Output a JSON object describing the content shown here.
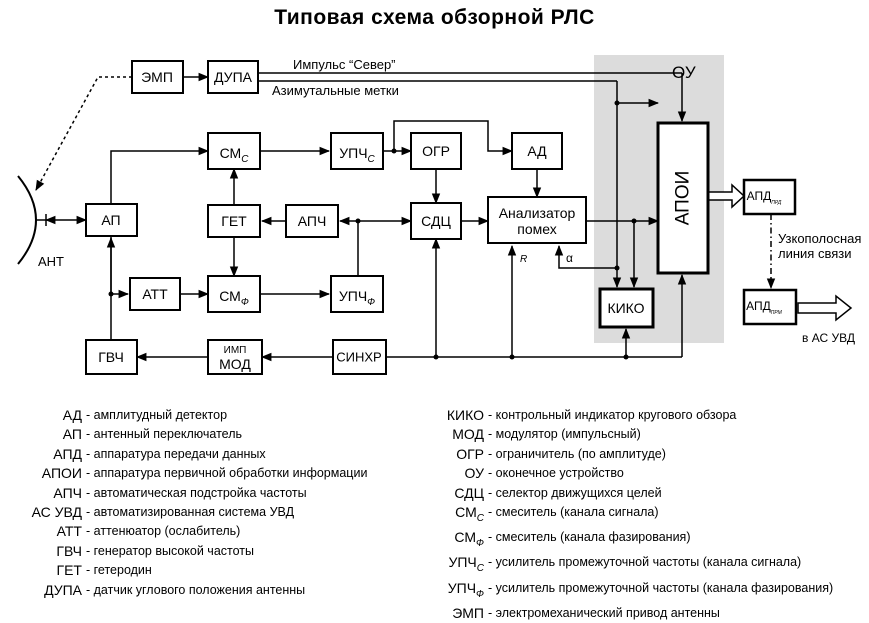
{
  "title": "Типовая схема обзорной РЛС",
  "blocks": {
    "emp": "ЭМП",
    "dupa": "ДУПА",
    "ant": "АНТ",
    "ap": "АП",
    "sm_c": "СМ",
    "sm_c_sub": "C",
    "get": "ГЕТ",
    "apch": "АПЧ",
    "att": "АТТ",
    "sm_f": "СМ",
    "sm_f_sub": "Ф",
    "upch_c": "УПЧ",
    "upch_c_sub": "C",
    "upch_f": "УПЧ",
    "upch_f_sub": "Ф",
    "ogr": "ОГР",
    "ad": "АД",
    "sdc": "СДЦ",
    "analyzer_1": "Анализатор",
    "analyzer_2": "помех",
    "ou": "ОУ",
    "apoi": "АПОИ",
    "kiko": "КИКО",
    "gvch": "ГВЧ",
    "imp_mod_1": "ИМП",
    "imp_mod_2": "МОД",
    "sinhr": "СИНХР",
    "apd": "АПД",
    "apd_prd_sub": "ПРД",
    "apd_prm_sub": "ПРМ"
  },
  "labels": {
    "impulse_north": "Импульс “Север”",
    "azimuth_marks": "Азимутальные метки",
    "narrowband_1": "Узкополосная",
    "narrowband_2": "линия связи",
    "to_as_uvd": "в  АС  УВД",
    "r": "R",
    "alpha": "α"
  },
  "legend_left": [
    {
      "abbr": "АД",
      "sub": "",
      "text": "амплитудный детектор"
    },
    {
      "abbr": "АП",
      "sub": "",
      "text": "антенный переключатель"
    },
    {
      "abbr": "АПД",
      "sub": "",
      "text": "аппаратура передачи данных"
    },
    {
      "abbr": "АПОИ",
      "sub": "",
      "text": "аппаратура первичной обработки информации"
    },
    {
      "abbr": "АПЧ",
      "sub": "",
      "text": "автоматическая подстройка частоты"
    },
    {
      "abbr": "АС УВД",
      "sub": "",
      "text": "автоматизированная система УВД"
    },
    {
      "abbr": "АТТ",
      "sub": "",
      "text": "аттенюатор (ослабитель)"
    },
    {
      "abbr": "ГВЧ",
      "sub": "",
      "text": "генератор высокой частоты"
    },
    {
      "abbr": "ГЕТ",
      "sub": "",
      "text": "гетеродин"
    },
    {
      "abbr": "ДУПА",
      "sub": "",
      "text": "датчик углового положения антенны"
    }
  ],
  "legend_right": [
    {
      "abbr": "КИКО",
      "sub": "",
      "text": "контрольный индикатор кругового обзора"
    },
    {
      "abbr": "МОД",
      "sub": "",
      "text": "модулятор (импульсный)"
    },
    {
      "abbr": "ОГР",
      "sub": "",
      "text": "ограничитель (по амплитуде)"
    },
    {
      "abbr": "ОУ",
      "sub": "",
      "text": "оконечное устройство"
    },
    {
      "abbr": "СДЦ",
      "sub": "",
      "text": "селектор движущихся целей"
    },
    {
      "abbr": "СМ",
      "sub": "C",
      "text": "смеситель (канала сигнала)"
    },
    {
      "abbr": "СМ",
      "sub": "Ф",
      "text": "смеситель (канала фазирования)"
    },
    {
      "abbr": "УПЧ",
      "sub": "C",
      "text": "усилитель промежуточной частоты (канала сигнала)"
    },
    {
      "abbr": "УПЧ",
      "sub": "Ф",
      "text": "усилитель промежуточной частоты (канала фазирования)"
    },
    {
      "abbr": "ЭМП",
      "sub": "",
      "text": "электромеханический привод антенны"
    }
  ],
  "colors": {
    "ou_panel": "#dcdcdc",
    "line": "#000000",
    "background": "#ffffff"
  }
}
